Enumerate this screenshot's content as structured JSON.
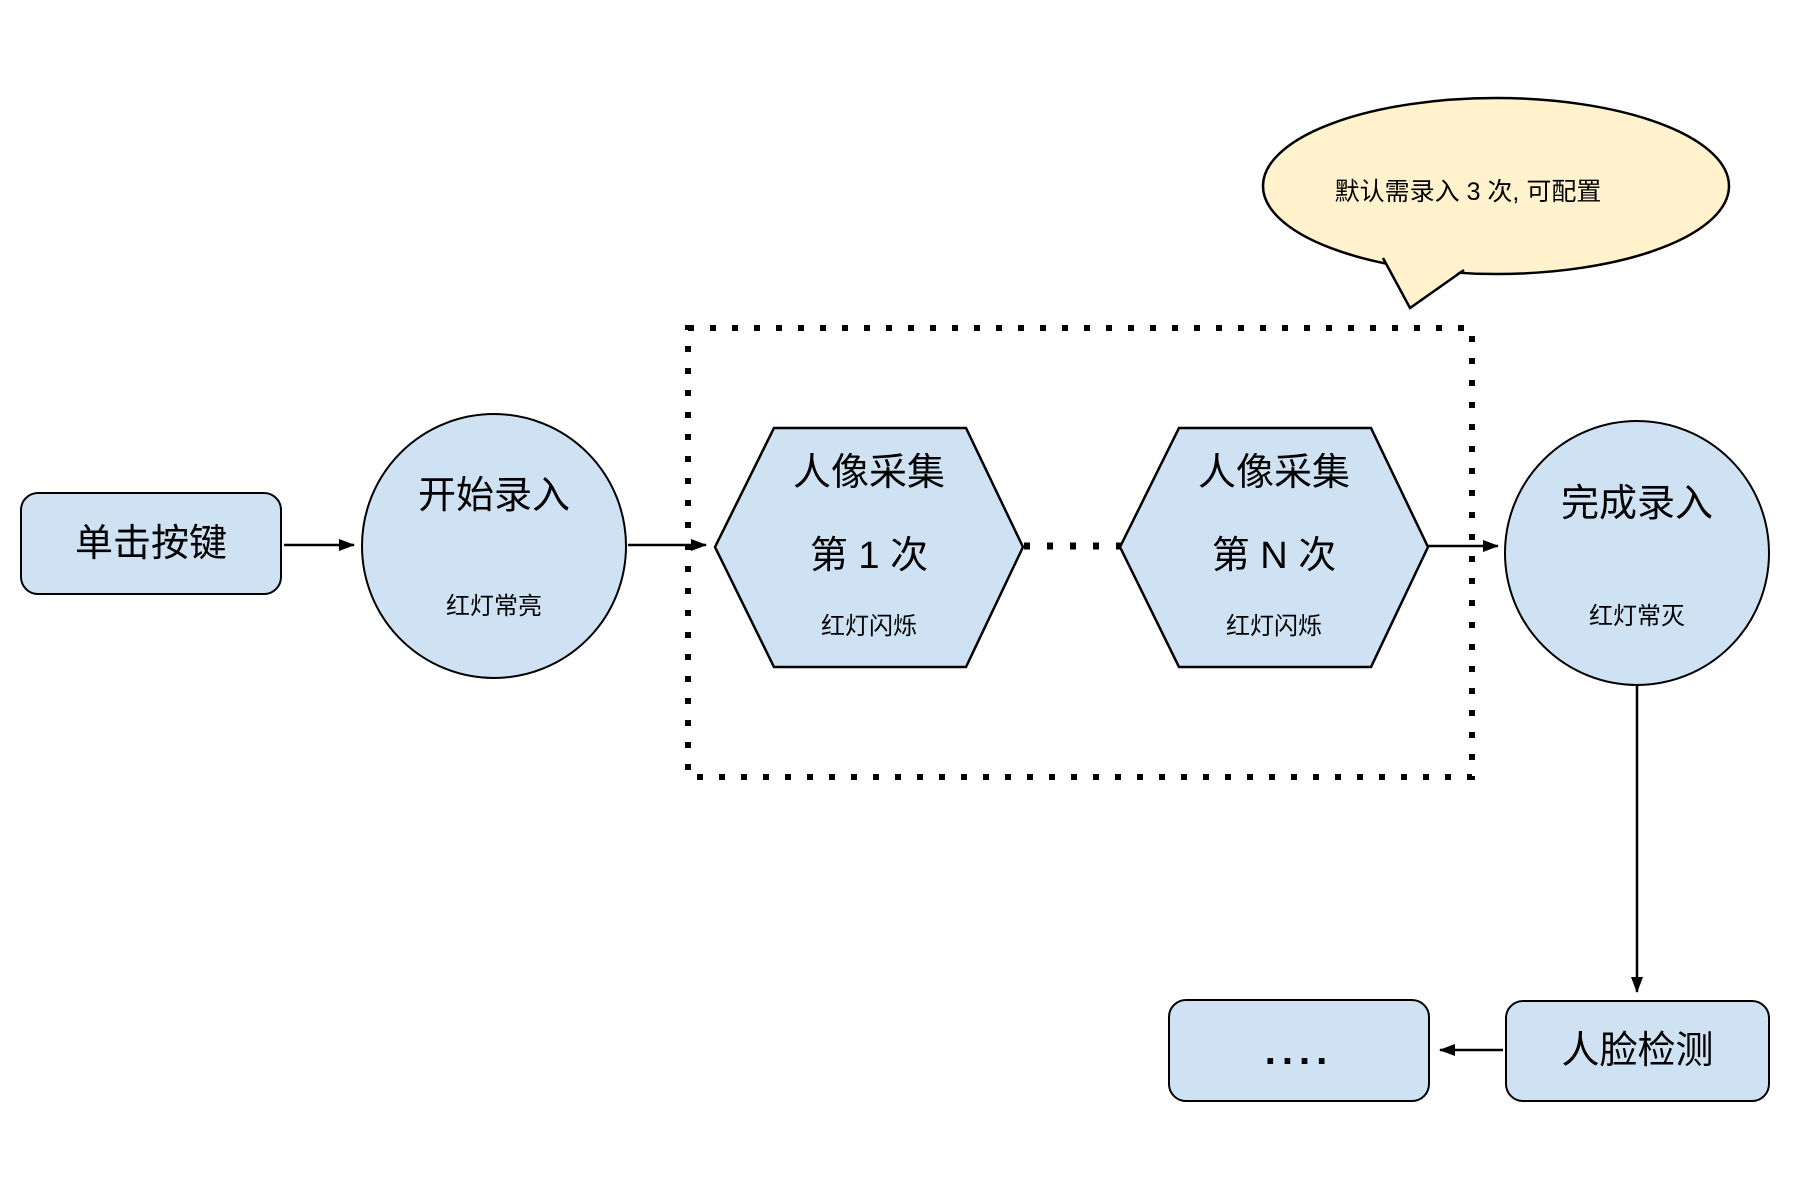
{
  "nodes": {
    "click_button": {
      "label": "单击按键"
    },
    "start_record": {
      "label": "开始录入",
      "status": "红灯常亮"
    },
    "capture_first": {
      "line1": "人像采集",
      "line2": "第 1 次",
      "status": "红灯闪烁"
    },
    "capture_nth": {
      "line1": "人像采集",
      "line2": "第 N 次",
      "status": "红灯闪烁"
    },
    "finish_record": {
      "label": "完成录入",
      "status": "红灯常灭"
    },
    "face_detection": {
      "label": "人脸检测"
    },
    "continuation": {
      "label": "...."
    }
  },
  "callout": {
    "text": "默认需录入 3 次, 可配置"
  },
  "colors": {
    "node_fill": "#cfe2f3",
    "node_border": "#000000",
    "callout_fill": "#fff2cc",
    "background": "#ffffff"
  }
}
